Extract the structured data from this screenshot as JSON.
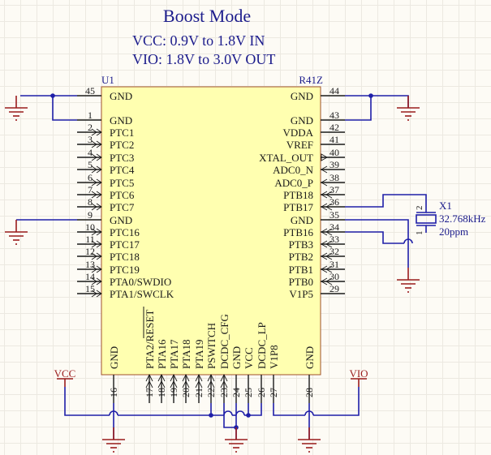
{
  "title": "Boost Mode",
  "notes": [
    "VCC: 0.9V to 1.8V IN",
    "VIO: 1.8V to 3.0V OUT"
  ],
  "colors": {
    "wire": "#1f1fa8",
    "power": "#9a1c1c",
    "pin": "#1a1a1a",
    "chip_fill": "#ffffb0",
    "chip_border": "#a0522d",
    "label_blue": "#1c1c8c",
    "net_label": "#9a1c1c"
  },
  "chip": {
    "designator": "U1",
    "part": "R41Z",
    "left_pins": [
      {
        "num": "45",
        "name": "GND",
        "io": false
      },
      {
        "num": "1",
        "name": "GND",
        "io": false
      },
      {
        "num": "2",
        "name": "PTC1",
        "io": true
      },
      {
        "num": "3",
        "name": "PTC2",
        "io": true
      },
      {
        "num": "4",
        "name": "PTC3",
        "io": true
      },
      {
        "num": "5",
        "name": "PTC4",
        "io": true
      },
      {
        "num": "6",
        "name": "PTC5",
        "io": true
      },
      {
        "num": "7",
        "name": "PTC6",
        "io": true
      },
      {
        "num": "8",
        "name": "PTC7",
        "io": true
      },
      {
        "num": "9",
        "name": "GND",
        "io": false
      },
      {
        "num": "10",
        "name": "PTC16",
        "io": true
      },
      {
        "num": "11",
        "name": "PTC17",
        "io": true
      },
      {
        "num": "12",
        "name": "PTC18",
        "io": true
      },
      {
        "num": "13",
        "name": "PTC19",
        "io": true
      },
      {
        "num": "14",
        "name": "PTA0/SWDIO",
        "io": true
      },
      {
        "num": "15",
        "name": "PTA1/SWCLK",
        "io": true
      }
    ],
    "right_pins": [
      {
        "num": "44",
        "name": "GND",
        "io": "none"
      },
      {
        "num": "43",
        "name": "GND",
        "io": "none"
      },
      {
        "num": "42",
        "name": "VDDA",
        "io": "none"
      },
      {
        "num": "41",
        "name": "VREF",
        "io": "none"
      },
      {
        "num": "40",
        "name": "XTAL_OUT",
        "io": "out"
      },
      {
        "num": "39",
        "name": "ADC0_N",
        "io": "in"
      },
      {
        "num": "38",
        "name": "ADC0_P",
        "io": "in"
      },
      {
        "num": "37",
        "name": "PTB18",
        "io": "io"
      },
      {
        "num": "36",
        "name": "PTB17",
        "io": "io"
      },
      {
        "num": "35",
        "name": "GND",
        "io": "none"
      },
      {
        "num": "34",
        "name": "PTB16",
        "io": "io"
      },
      {
        "num": "33",
        "name": "PTB3",
        "io": "io"
      },
      {
        "num": "32",
        "name": "PTB2",
        "io": "io"
      },
      {
        "num": "31",
        "name": "PTB1",
        "io": "io"
      },
      {
        "num": "30",
        "name": "PTB0",
        "io": "io"
      },
      {
        "num": "29",
        "name": "V1P5",
        "io": "none"
      }
    ],
    "bottom_pins": [
      {
        "num": "16",
        "name": "GND",
        "io": false
      },
      {
        "num": "17",
        "name": "PTA2/RESET",
        "io": true,
        "overline": "RESET"
      },
      {
        "num": "18",
        "name": "PTA16",
        "io": true
      },
      {
        "num": "19",
        "name": "PTA17",
        "io": true
      },
      {
        "num": "20",
        "name": "PTA18",
        "io": true
      },
      {
        "num": "21",
        "name": "PTA19",
        "io": true
      },
      {
        "num": "22",
        "name": "PSWITCH",
        "io": true
      },
      {
        "num": "23",
        "name": "DCDC_CFG",
        "io": true
      },
      {
        "num": "24",
        "name": "GND",
        "io": false
      },
      {
        "num": "25",
        "name": "VCC",
        "io": false
      },
      {
        "num": "26",
        "name": "DCDC_LP",
        "io": false
      },
      {
        "num": "27",
        "name": "V1P8",
        "io": false
      },
      {
        "num": "28",
        "name": "GND",
        "io": false
      }
    ]
  },
  "crystal": {
    "designator": "X1",
    "value": "32.768kHz",
    "tolerance": "20ppm",
    "pin_top": "2",
    "pin_bottom": "1"
  },
  "power_ports": {
    "vcc": "VCC",
    "vio": "VIO"
  }
}
